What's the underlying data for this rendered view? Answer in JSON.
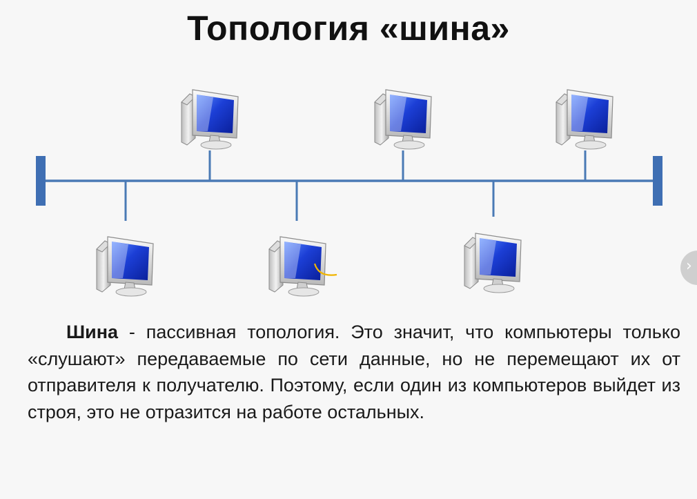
{
  "title": "Топология «шина»",
  "caption": {
    "term": "Шина",
    "text": " - пассивная топология. Это значит, что компьютеры только «слушают» передаваемые по сети данные, но не перемещают их от отправителя к получателю. Поэтому, если один из компьютеров выйдет из строя, это не отразится на работе остальных."
  },
  "colors": {
    "bus": "#4a7ab5",
    "terminator": "#3f6fb3",
    "screen": "#1236c8"
  },
  "nodes": [
    {
      "name": "computer-top-1",
      "position": "above"
    },
    {
      "name": "computer-top-2",
      "position": "above"
    },
    {
      "name": "computer-top-3",
      "position": "above"
    },
    {
      "name": "computer-bottom-1",
      "position": "below"
    },
    {
      "name": "computer-bottom-2",
      "position": "below"
    },
    {
      "name": "computer-bottom-3",
      "position": "below"
    }
  ],
  "navigation": {
    "icon": "chevron-right-icon"
  }
}
